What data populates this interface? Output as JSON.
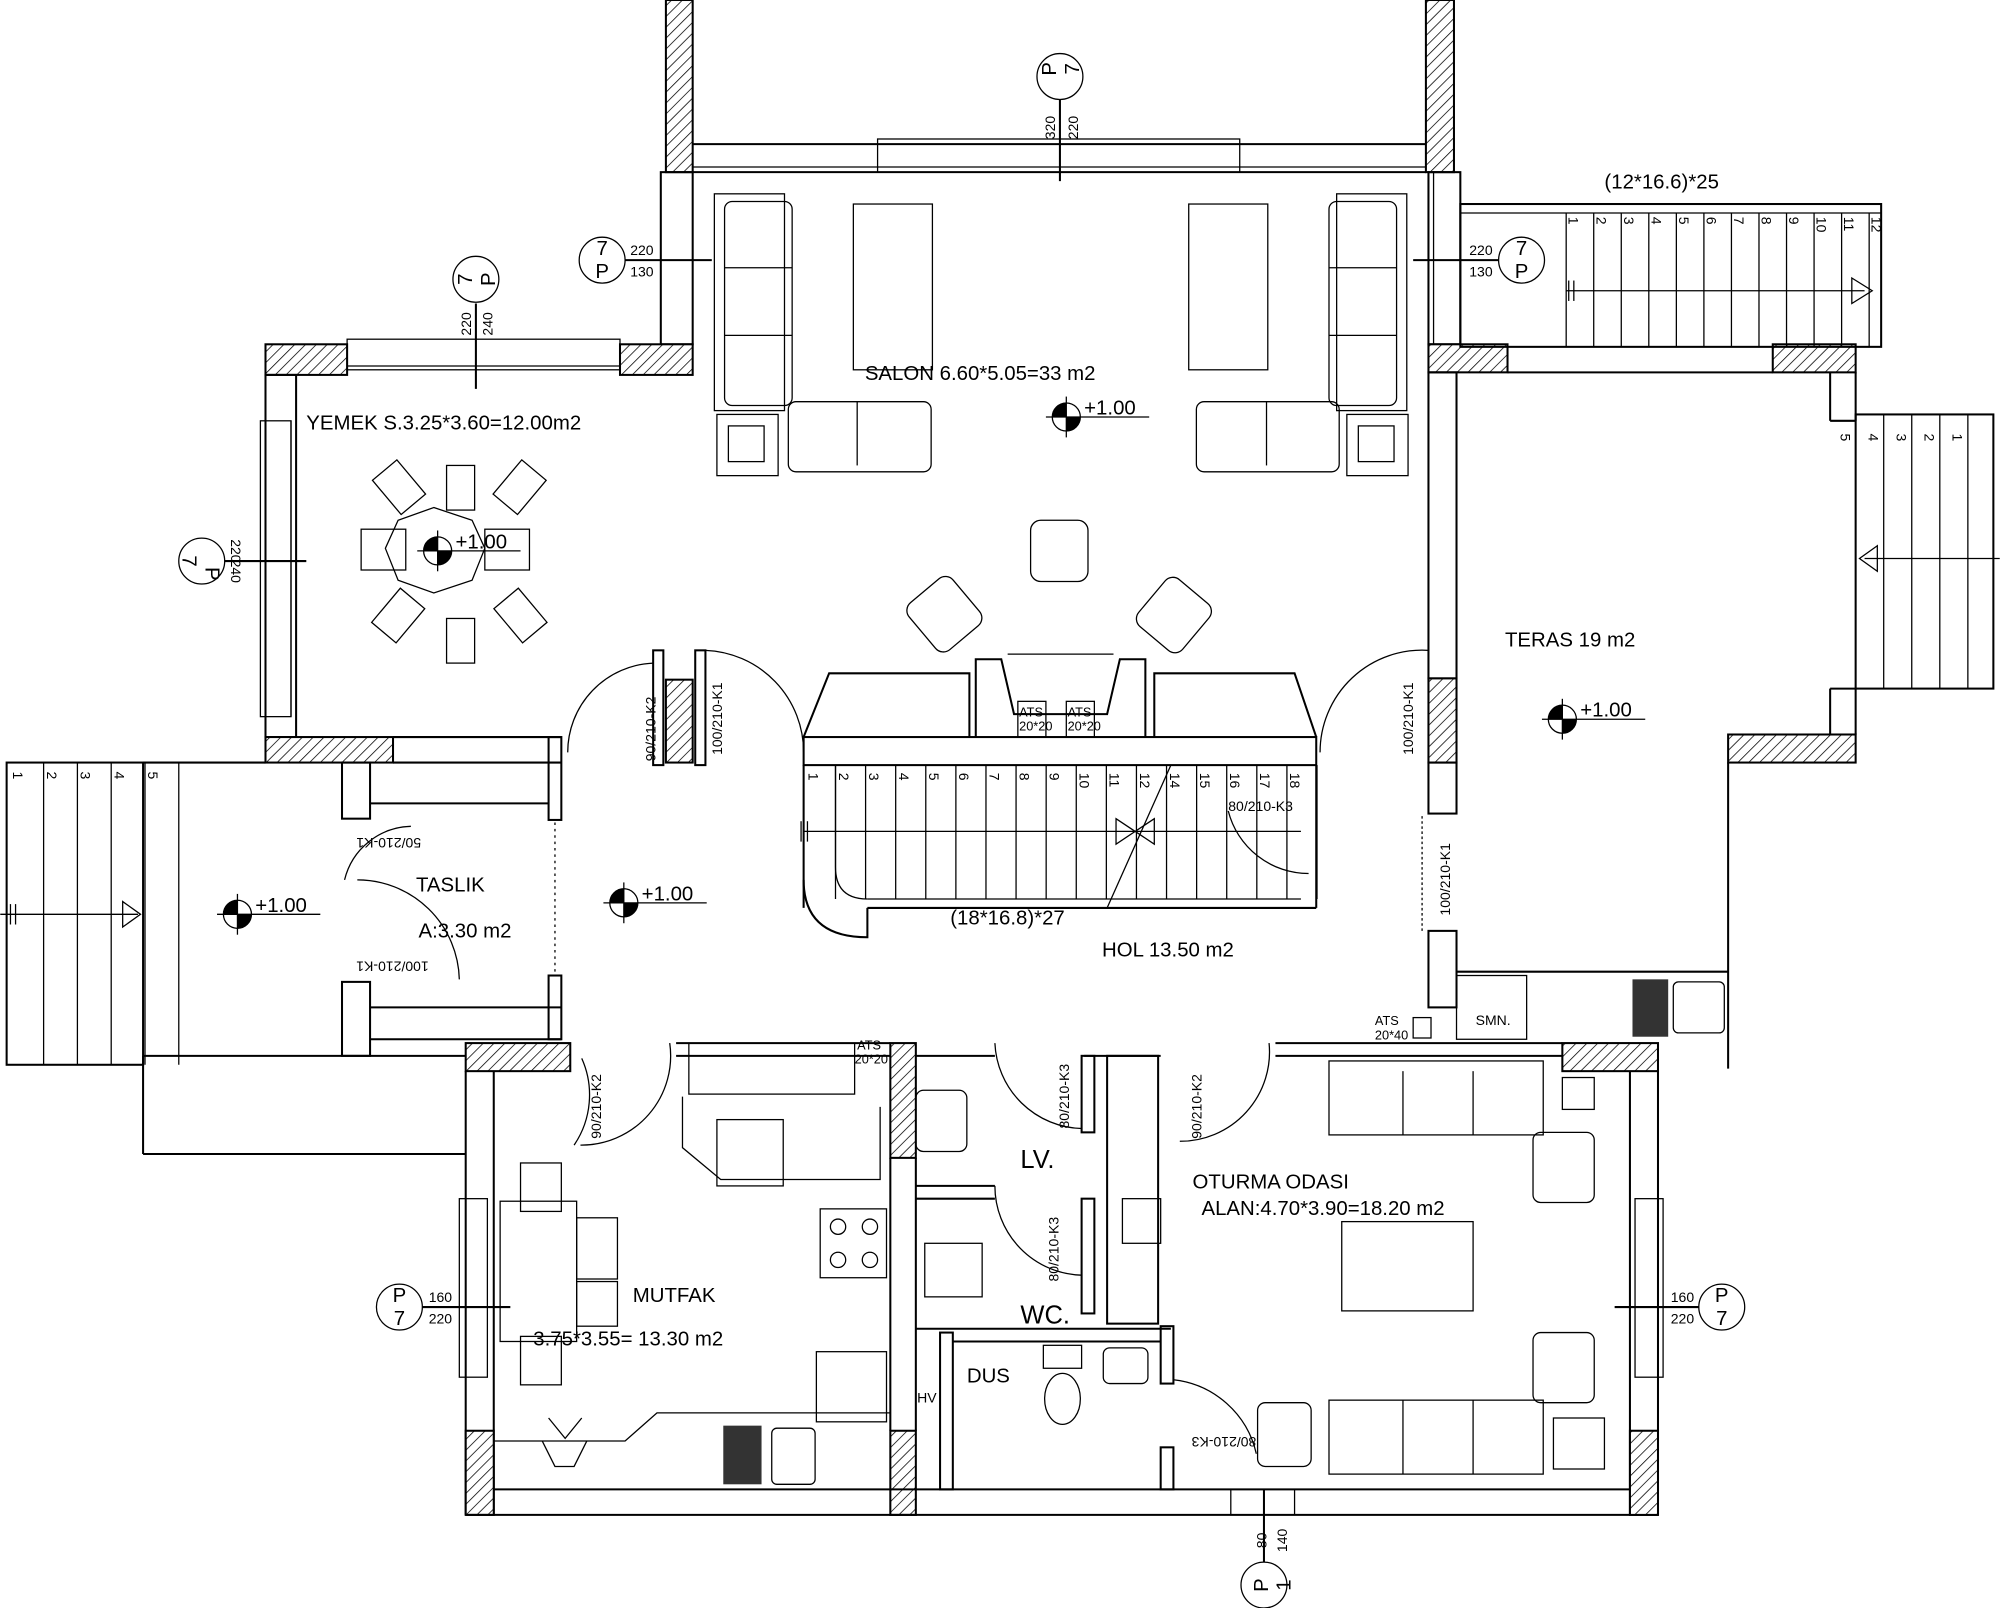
{
  "rooms": {
    "salon": "SALON 6.60*5.05=33 m2",
    "yemek": "YEMEK S.3.25*3.60=12.00m2",
    "teras": "TERAS 19 m2",
    "taslik": "TASLIK",
    "taslik_area": "A:3.30 m2",
    "hol": "HOL 13.50 m2",
    "mutfak": "MUTFAK",
    "mutfak_area": "3.75*3.55= 13.30 m2",
    "oturma": "OTURMA ODASI",
    "oturma_area": "ALAN:4.70*3.90=18.20 m2",
    "lv": "LV.",
    "wc": "WC.",
    "dus": "DUS",
    "hv": "HV",
    "smn": "SMN."
  },
  "levels": [
    "+1.00",
    "+1.00",
    "+1.00",
    "+1.00",
    "+1.00"
  ],
  "doors": {
    "yemek_k2": "90/210-K2",
    "salon_k1": "100/210-K1",
    "teras_k1": "100/210-K1",
    "stair_k3": "80/210-K3",
    "taslik_k1a": "50/210-K1",
    "taslik_k1b": "100/210-K1",
    "hol_teras_k1": "100/210-K1",
    "mutfak_k2": "90/210-K2",
    "lv_k3": "80/210-K3",
    "wc_k3": "80/210-K3",
    "oturma_k2": "90/210-K2",
    "dus_k3": "80/210-K3"
  },
  "ats": {
    "label": "ATS",
    "size": "20*20",
    "size2": "20*40"
  },
  "windows": {
    "salon_top": {
      "a": "P",
      "b": "7",
      "h1": "320",
      "h2": "220"
    },
    "yemek_top": {
      "a": "7",
      "b": "P",
      "h1": "220",
      "h2": "240"
    },
    "yemek_left": {
      "a": "P",
      "b": "7",
      "h1": "240",
      "h2": "220"
    },
    "salon_left": {
      "a": "7",
      "b": "P",
      "h1": "220",
      "h2": "130"
    },
    "salon_right": {
      "a": "7",
      "b": "P",
      "h1": "220",
      "h2": "130"
    },
    "mutfak_left": {
      "a": "P",
      "b": "7",
      "h1": "160",
      "h2": "220"
    },
    "oturma_right": {
      "a": "P",
      "b": "7",
      "h1": "160",
      "h2": "220"
    },
    "bottom": {
      "a": "P",
      "b": "1",
      "h1": "80",
      "h2": "140"
    }
  },
  "stairs": {
    "top_right_label": "(12*16.6)*25",
    "top_right_steps": [
      "1",
      "2",
      "3",
      "4",
      "5",
      "6",
      "7",
      "8",
      "9",
      "10",
      "11",
      "12"
    ],
    "right_steps": [
      "5",
      "4",
      "3",
      "2",
      "1"
    ],
    "left_steps": [
      "1",
      "2",
      "3",
      "4",
      "5"
    ],
    "hall_label": "(18*16.8)*27",
    "hall_steps": [
      "1",
      "2",
      "3",
      "4",
      "5",
      "6",
      "7",
      "8",
      "9",
      "10",
      "11",
      "12",
      "14",
      "15",
      "16",
      "17",
      "18"
    ]
  }
}
